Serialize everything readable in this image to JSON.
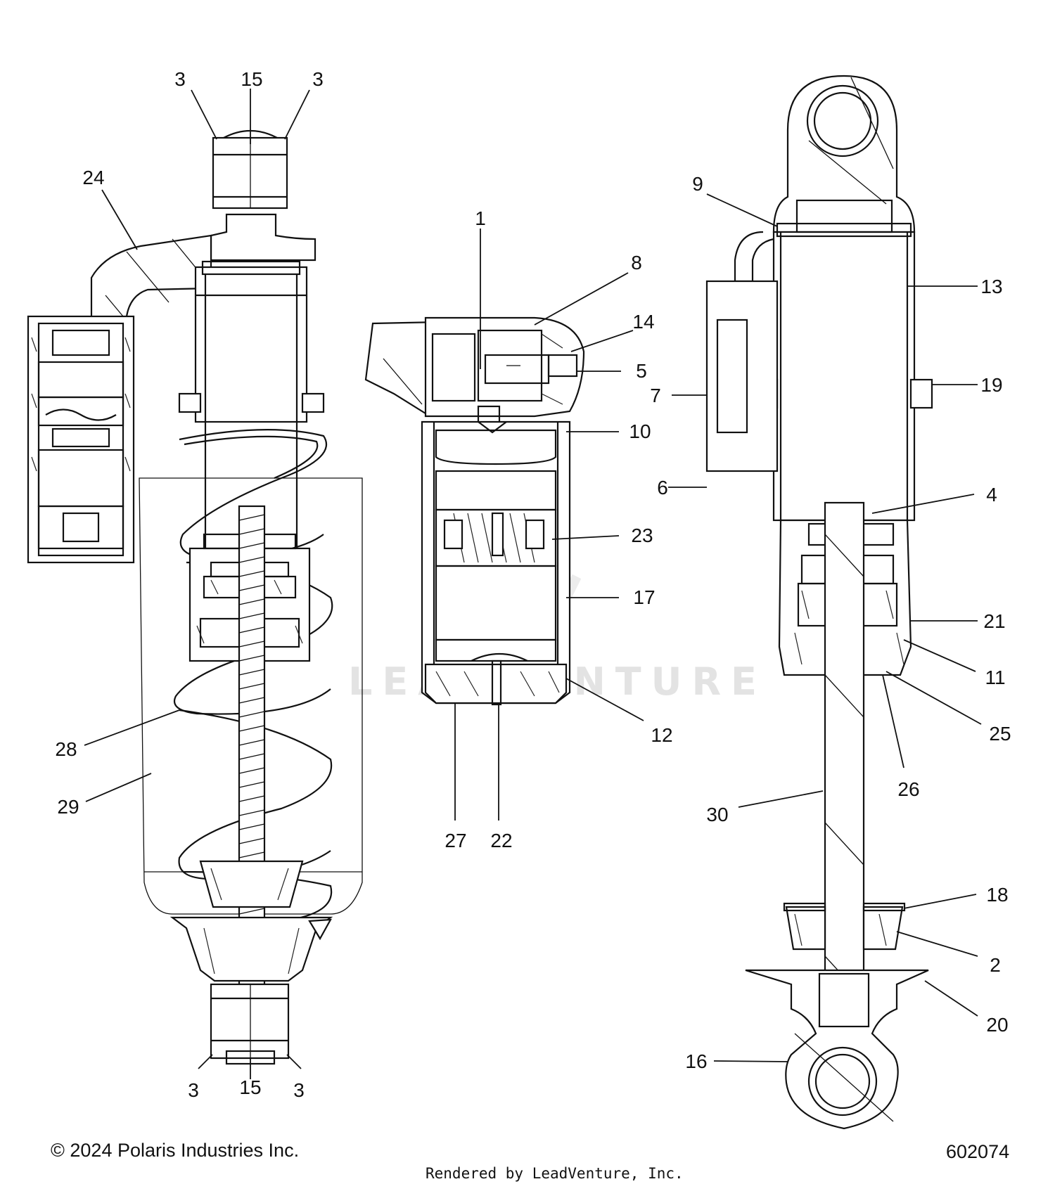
{
  "callouts": [
    {
      "id": "c-3-tl",
      "text": "3"
    },
    {
      "id": "c-15-t",
      "text": "15"
    },
    {
      "id": "c-3-tr",
      "text": "3"
    },
    {
      "id": "c-24",
      "text": "24"
    },
    {
      "id": "c-28",
      "text": "28"
    },
    {
      "id": "c-29",
      "text": "29"
    },
    {
      "id": "c-3-bl",
      "text": "3"
    },
    {
      "id": "c-15-b",
      "text": "15"
    },
    {
      "id": "c-3-br",
      "text": "3"
    },
    {
      "id": "c-1",
      "text": "1"
    },
    {
      "id": "c-8",
      "text": "8"
    },
    {
      "id": "c-14",
      "text": "14"
    },
    {
      "id": "c-5",
      "text": "5"
    },
    {
      "id": "c-10",
      "text": "10"
    },
    {
      "id": "c-23",
      "text": "23"
    },
    {
      "id": "c-17",
      "text": "17"
    },
    {
      "id": "c-12",
      "text": "12"
    },
    {
      "id": "c-27",
      "text": "27"
    },
    {
      "id": "c-22",
      "text": "22"
    },
    {
      "id": "c-9",
      "text": "9"
    },
    {
      "id": "c-13",
      "text": "13"
    },
    {
      "id": "c-7",
      "text": "7"
    },
    {
      "id": "c-19",
      "text": "19"
    },
    {
      "id": "c-6",
      "text": "6"
    },
    {
      "id": "c-4",
      "text": "4"
    },
    {
      "id": "c-21",
      "text": "21"
    },
    {
      "id": "c-11",
      "text": "11"
    },
    {
      "id": "c-25",
      "text": "25"
    },
    {
      "id": "c-26",
      "text": "26"
    },
    {
      "id": "c-30",
      "text": "30"
    },
    {
      "id": "c-18",
      "text": "18"
    },
    {
      "id": "c-2",
      "text": "2"
    },
    {
      "id": "c-20",
      "text": "20"
    },
    {
      "id": "c-16",
      "text": "16"
    }
  ],
  "footer": {
    "copyright": "© 2024 Polaris Industries Inc.",
    "diagram_number": "602074",
    "rendered_by": "Rendered by LeadVenture, Inc."
  },
  "watermark": {
    "text": "LEADVENTURE"
  }
}
